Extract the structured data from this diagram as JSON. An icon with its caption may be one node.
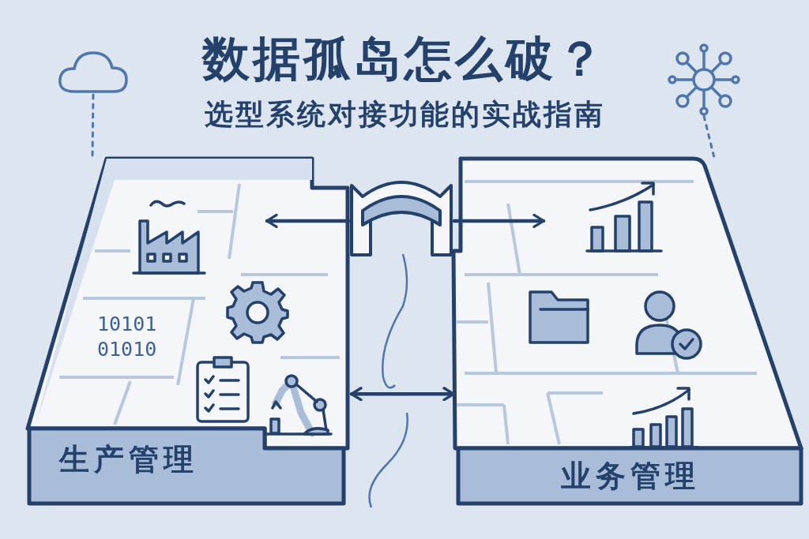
{
  "diagram": {
    "title": "数据孤岛怎么破？",
    "nodes": [
      {
        "text": [],
        "shape": "cloud"
      },
      {
        "text": [],
        "shape": "picture"
      },
      {
        "text": [
          "生产管理"
        ]
      },
      {
        "text": [],
        "shape": "bridge"
      },
      {
        "text": [
          "业务管理"
        ]
      }
    ],
    "edges": [
      {
        "from": 0,
        "to": 2,
        "arrow": "none",
        "style": "dashed"
      },
      {
        "from": 1,
        "to": 4,
        "arrow": "none",
        "style": "dashed"
      },
      {
        "from": 3,
        "to": 2,
        "arrow": "to"
      },
      {
        "from": 3,
        "to": 4,
        "arrow": "to"
      },
      {
        "from": 2,
        "to": 4,
        "arrow": "both"
      }
    ],
    "labels": [
      "选型系统对接功能的实战指南",
      "10101 01010"
    ]
  }
}
